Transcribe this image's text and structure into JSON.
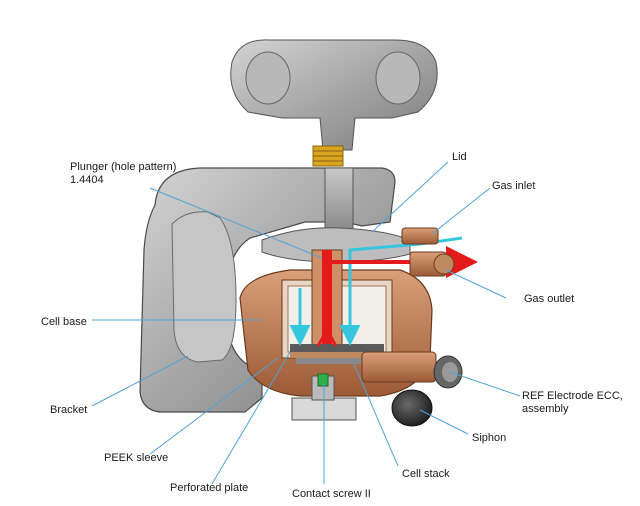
{
  "labels": {
    "plunger_line1": "Plunger (hole pattern)",
    "plunger_line2": "1.4404",
    "lid": "Lid",
    "gas_inlet": "Gas inlet",
    "gas_outlet": "Gas outlet",
    "cell_base": "Cell base",
    "bracket": "Bracket",
    "peek_sleeve": "PEEK sleeve",
    "perforated_plate": "Perforated plate",
    "contact_screw": "Contact screw II",
    "cell_stack": "Cell stack",
    "siphon": "Siphon",
    "ref_electrode_line1": "REF Electrode ECC,",
    "ref_electrode_line2": "assembly"
  },
  "colors": {
    "leader_line": "#4fa3d8",
    "gas_flow_in": "#35c6e0",
    "gas_flow_out": "#e31b1b",
    "metal_grey": "#9a9a9a",
    "copper": "#b8764e",
    "spring": "#d9a521",
    "contact_green": "#2fae4a"
  }
}
